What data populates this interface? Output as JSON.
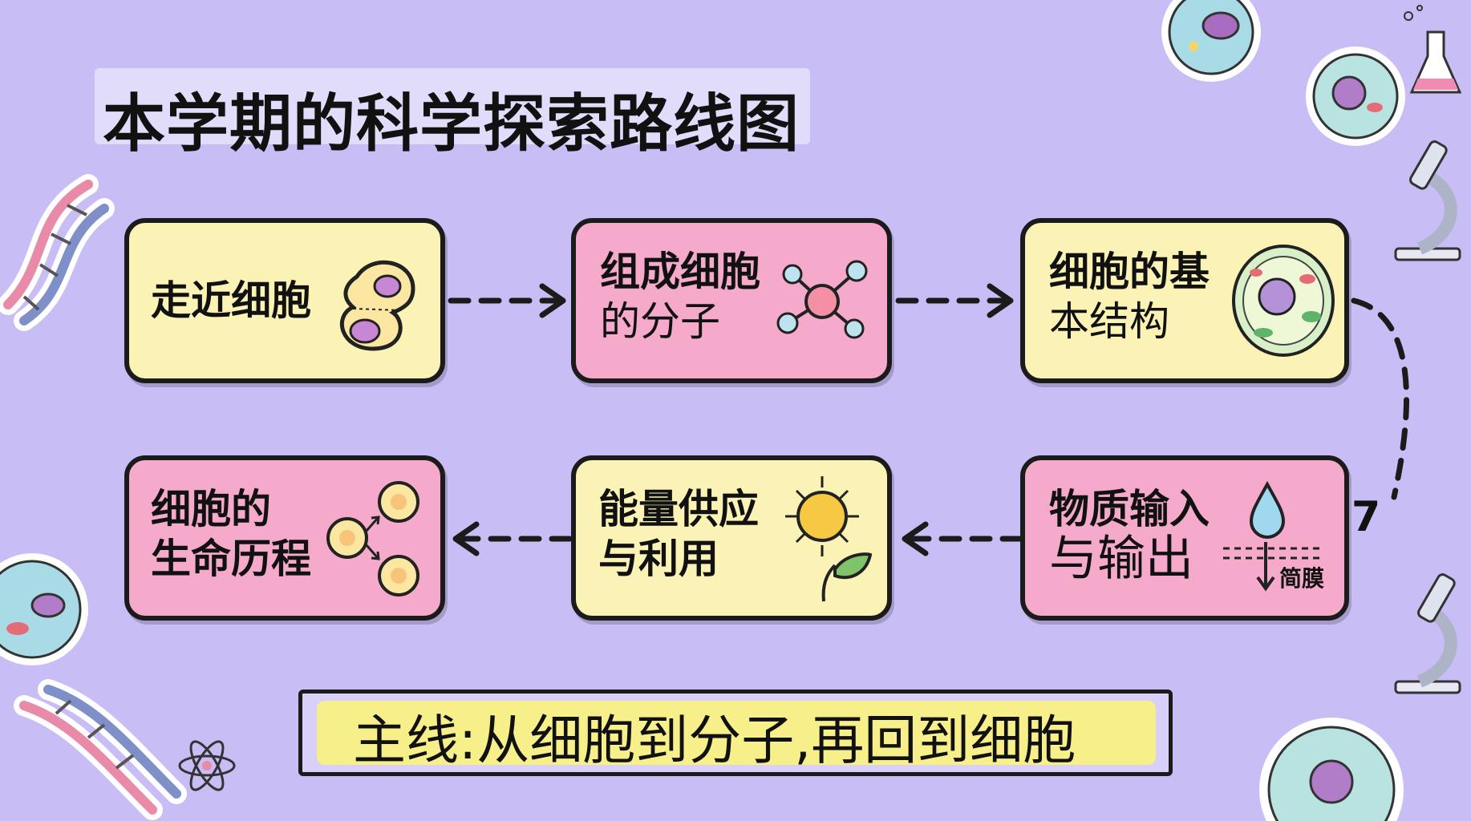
{
  "title": "本学期的科学探索路线图",
  "boxes": [
    {
      "line1": "走近细胞",
      "line2": "",
      "color": "yellow",
      "icon": "dividing-cell-icon"
    },
    {
      "line1": "组成细胞",
      "line2": "的分子",
      "color": "pink",
      "icon": "molecule-icon"
    },
    {
      "line1": "细胞的基",
      "line2": "本结构",
      "color": "yellow",
      "icon": "cell-structure-icon"
    },
    {
      "line1": "物质输入",
      "line2": "与输出",
      "color": "pink",
      "icon": "water-drop-membrane-icon",
      "annotation": "简膜"
    },
    {
      "line1": "能量供应",
      "line2": "与利用",
      "color": "yellow",
      "icon": "sun-leaf-icon"
    },
    {
      "line1": "细胞的",
      "line2": "生命历程",
      "color": "pink",
      "icon": "cell-division-icon"
    }
  ],
  "stray_label": "7",
  "summary": "主线:从细胞到分子,再回到细胞",
  "colors": {
    "background": "#c9bdf5",
    "yellow_box": "#fbf3b6",
    "pink_box": "#f6aacb",
    "highlight": "#f7f08a",
    "outline": "#1b1b1b"
  }
}
